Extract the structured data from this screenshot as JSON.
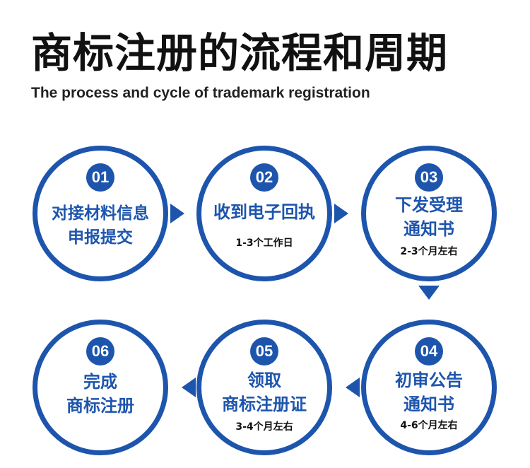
{
  "header": {
    "title": "商标注册的流程和周期",
    "subtitle": "The process and cycle of trademark registration"
  },
  "steps": [
    {
      "number": "01",
      "line1": "对接材料信息",
      "line2": "申报提交",
      "duration": ""
    },
    {
      "number": "02",
      "line1": "收到电子回执",
      "line2": "",
      "duration": "1-3个工作日"
    },
    {
      "number": "03",
      "line1": "下发受理",
      "line2": "通知书",
      "duration": "2-3个月左右"
    },
    {
      "number": "04",
      "line1": "初审公告",
      "line2": "通知书",
      "duration": "4-6个月左右"
    },
    {
      "number": "05",
      "line1": "领取",
      "line2": "商标注册证",
      "duration": "3-4个月左右"
    },
    {
      "number": "06",
      "line1": "完成",
      "line2": "商标注册",
      "duration": ""
    }
  ],
  "colors": {
    "accent": "#1d55ad",
    "title": "#111111",
    "background": "#ffffff"
  }
}
